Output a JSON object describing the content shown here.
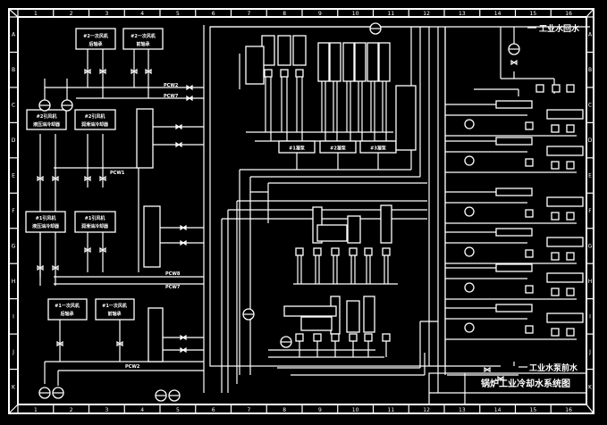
{
  "drawing": {
    "title": "锅炉工业冷却水系统图",
    "column_labels_top": [
      "1",
      "2",
      "3",
      "4",
      "5",
      "6",
      "7",
      "8",
      "9",
      "10",
      "11",
      "12",
      "13",
      "14",
      "15",
      "16"
    ],
    "column_labels_bottom": [
      "1",
      "2",
      "3",
      "4",
      "5",
      "6",
      "7",
      "8",
      "9",
      "10",
      "11",
      "12",
      "13",
      "14",
      "15",
      "16"
    ],
    "row_labels": [
      "A",
      "B",
      "C",
      "D",
      "E",
      "F",
      "G",
      "H",
      "I",
      "J",
      "K"
    ],
    "pipe_labels": {
      "return_water": "工业水回水",
      "supply_water": "工业水泵前水"
    }
  },
  "equipment": {
    "fan2_primary_rear": {
      "line1": "#2一次风机",
      "line2": "后轴承"
    },
    "fan2_primary_front": {
      "line1": "#2一次风机",
      "line2": "前轴承"
    },
    "fan2_induced_hydraulic": {
      "line1": "#2引风机",
      "line2": "液压油冷却器"
    },
    "fan2_induced_lube": {
      "line1": "#2引风机",
      "line2": "润滑油冷却器"
    },
    "fan1_induced_hydraulic": {
      "line1": "#1引风机",
      "line2": "液压油冷却器"
    },
    "fan1_induced_lube": {
      "line1": "#1引风机",
      "line2": "润滑油冷却器"
    },
    "fan1_primary_rear": {
      "line1": "#1一次风机",
      "line2": "后轴承"
    },
    "fan1_primary_front": {
      "line1": "#1一次风机",
      "line2": "前轴承"
    },
    "pump1": "#1凝泵",
    "pump2": "#2凝泵",
    "pump3": "#3凝泵"
  },
  "tags": {
    "t1": "PCW2",
    "t2": "PCW7",
    "t3": "PCW1",
    "t4": "PCW8",
    "t5": "PCW7",
    "t6": "PCW2"
  }
}
